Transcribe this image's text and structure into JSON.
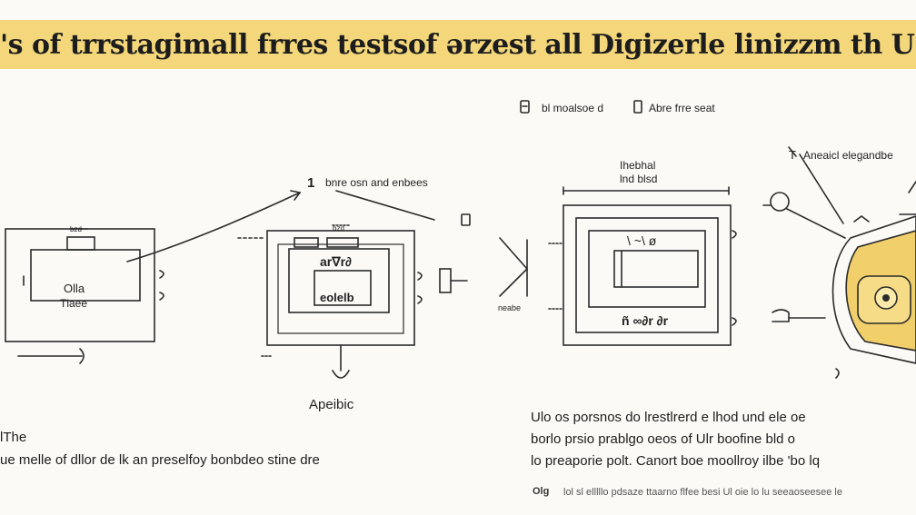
{
  "title": "'s of trrstagimall frres testsof ərzest all Digizerle linizzm th U",
  "legend": {
    "item1": "bl moalsoe d",
    "item2": "Abre frre seat"
  },
  "stage1": {
    "top_label": "bzd",
    "inner_line1": "Olla",
    "inner_line2": "Tlaee"
  },
  "callout_label": "bnre osn and enbees",
  "callout_number": "1",
  "stage2": {
    "top_label": "bzd",
    "inner_top": "ar∇r∂",
    "inner_bottom": "eolelb",
    "caption": "Apeibic"
  },
  "arrow_label": "neabe",
  "stage3": {
    "label_line1": "Ihebhal",
    "label_line2": "lnd blsd",
    "inner_top": "\\ ~\\ ø",
    "inner_bottom": "ñ ∞∂r ∂r"
  },
  "stage4": {
    "label": "Aneaicl elegandbe",
    "label_prefix": "T"
  },
  "left_caption": {
    "line1": "lThe",
    "line2": "ue melle of dllor de lk an preselfoy bonbdeo stine dre"
  },
  "right_caption": {
    "line1": "Ulo os porsnos  do  lrestlrerd  e  lhod  und  ele  oe",
    "line2": "borlo prsio prablgo oeos of Ulr boofine bld o",
    "line3": "lo preaporie polt.   Canort boe moollroy ilbe  'bo lq"
  },
  "footnote": {
    "mark": "Olg",
    "text": "lol sl elllllo pdsaze ttaarno flfee besi Ul oie lo lu seeaoseesee le"
  }
}
